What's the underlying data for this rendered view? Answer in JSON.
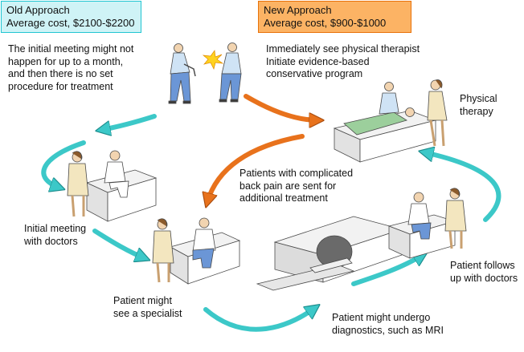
{
  "old_approach": {
    "title": "Old Approach",
    "cost": "Average cost, $2100-$2200",
    "description": [
      "The initial meeting might not",
      "happen for up to a month,",
      "and then there is  no set",
      "procedure for treatment"
    ]
  },
  "new_approach": {
    "title": "New Approach",
    "cost": "Average cost, $900-$1000",
    "description": [
      "Immediately see physical therapist",
      "Initiate evidence-based",
      "conservative program"
    ]
  },
  "steps": {
    "physical_therapy": [
      "Physical",
      "therapy"
    ],
    "complicated": [
      "Patients with complicated",
      "back pain are sent for",
      "additional treatment"
    ],
    "initial_meeting": [
      "Initial meeting",
      "with doctors"
    ],
    "specialist": [
      "Patient might",
      "see a specialist"
    ],
    "diagnostics": [
      "Patient might undergo",
      "diagnostics, such as MRI"
    ],
    "follow_up": [
      "Patient follows",
      "up with doctors"
    ]
  },
  "colors": {
    "old_path": "#3cc8c8",
    "new_path": "#e8721c",
    "old_box_fill": "#cff3f6",
    "new_box_fill": "#fcb364"
  }
}
